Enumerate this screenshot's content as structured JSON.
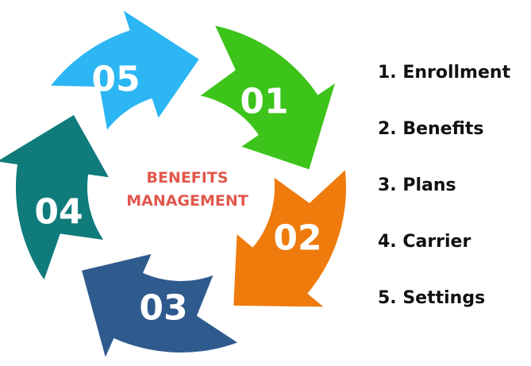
{
  "center_title": {
    "line1": "BENEFITS",
    "line2": "MANAGEMENT",
    "color": "#e2574c"
  },
  "segments": [
    {
      "number": "01",
      "color": "#3cc41a"
    },
    {
      "number": "02",
      "color": "#ee7b0c"
    },
    {
      "number": "03",
      "color": "#2f5a8e"
    },
    {
      "number": "04",
      "color": "#107b7b"
    },
    {
      "number": "05",
      "color": "#2cb6f3"
    }
  ],
  "legend": [
    "1. Enrollment",
    "2. Benefits",
    "3. Plans",
    "4. Carrier",
    "5. Settings"
  ]
}
